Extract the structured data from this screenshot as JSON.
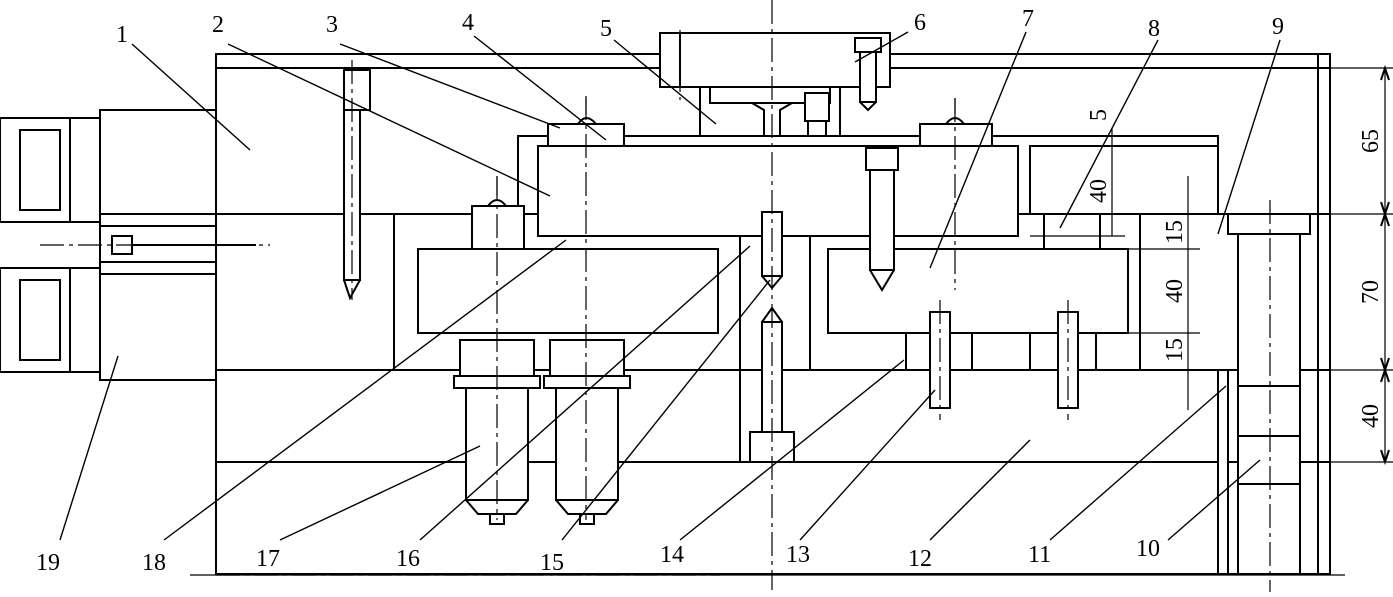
{
  "diagram": {
    "callouts": [
      "1",
      "2",
      "3",
      "4",
      "5",
      "6",
      "7",
      "8",
      "9",
      "10",
      "11",
      "12",
      "13",
      "14",
      "15",
      "16",
      "17",
      "18",
      "19"
    ],
    "dimensions": {
      "right": [
        "65",
        "70",
        "40"
      ],
      "inner": [
        "5",
        "40",
        "15",
        "40",
        "15"
      ]
    }
  }
}
